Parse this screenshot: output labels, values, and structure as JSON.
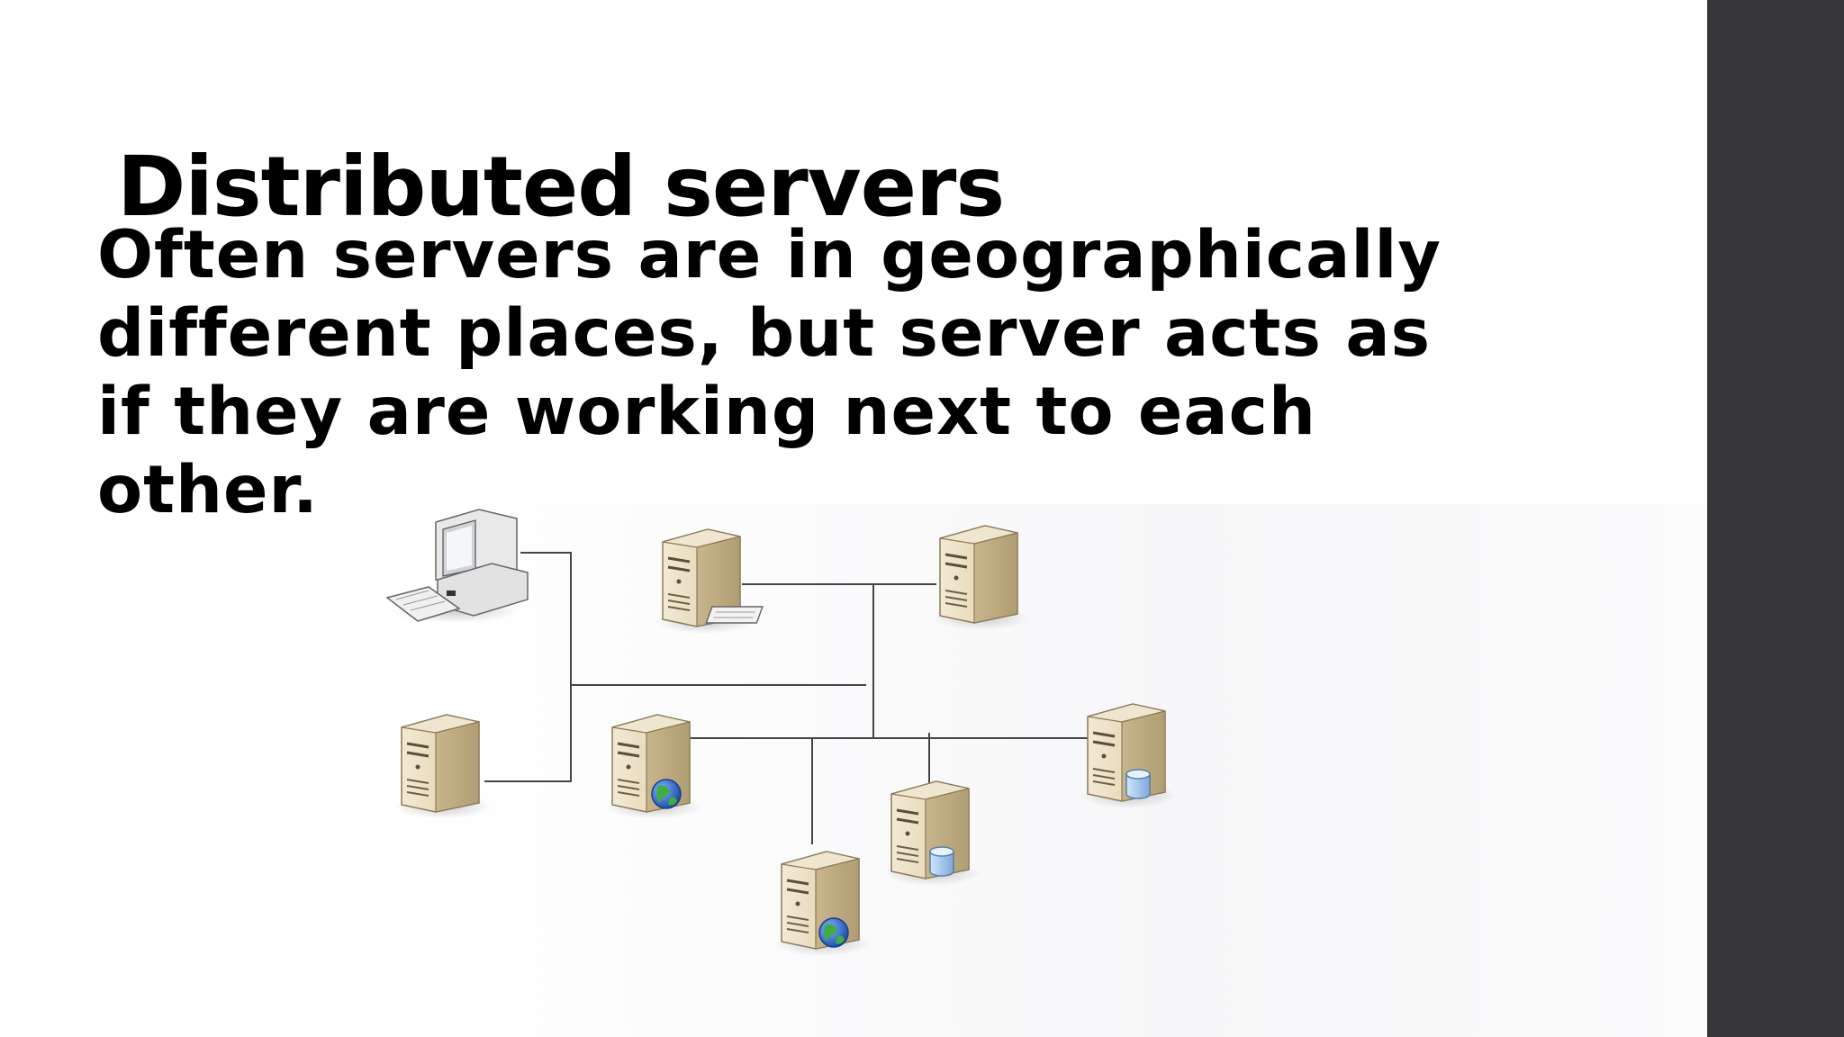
{
  "slide": {
    "title": "Distributed servers",
    "body_lines": [
      "Often servers are in geographically",
      "different places, but server acts as",
      "if they are working next to each",
      "other."
    ]
  },
  "diagram": {
    "nodes": [
      {
        "id": "client-workstation",
        "kind": "workstation"
      },
      {
        "id": "server-top-left",
        "kind": "server",
        "badge": "keyboard-icon"
      },
      {
        "id": "server-top-right",
        "kind": "server"
      },
      {
        "id": "server-left",
        "kind": "server"
      },
      {
        "id": "server-middle-web",
        "kind": "server",
        "badge": "globe-icon"
      },
      {
        "id": "server-center-db",
        "kind": "server",
        "badge": "database-icon"
      },
      {
        "id": "server-bottom-web",
        "kind": "server",
        "badge": "globe-icon"
      },
      {
        "id": "server-right-db",
        "kind": "server",
        "badge": "database-icon"
      }
    ]
  },
  "colors": {
    "side_bar": "#373739",
    "server_body": "#e8dcc0",
    "server_shade": "#c9b78f",
    "line": "#444444"
  }
}
